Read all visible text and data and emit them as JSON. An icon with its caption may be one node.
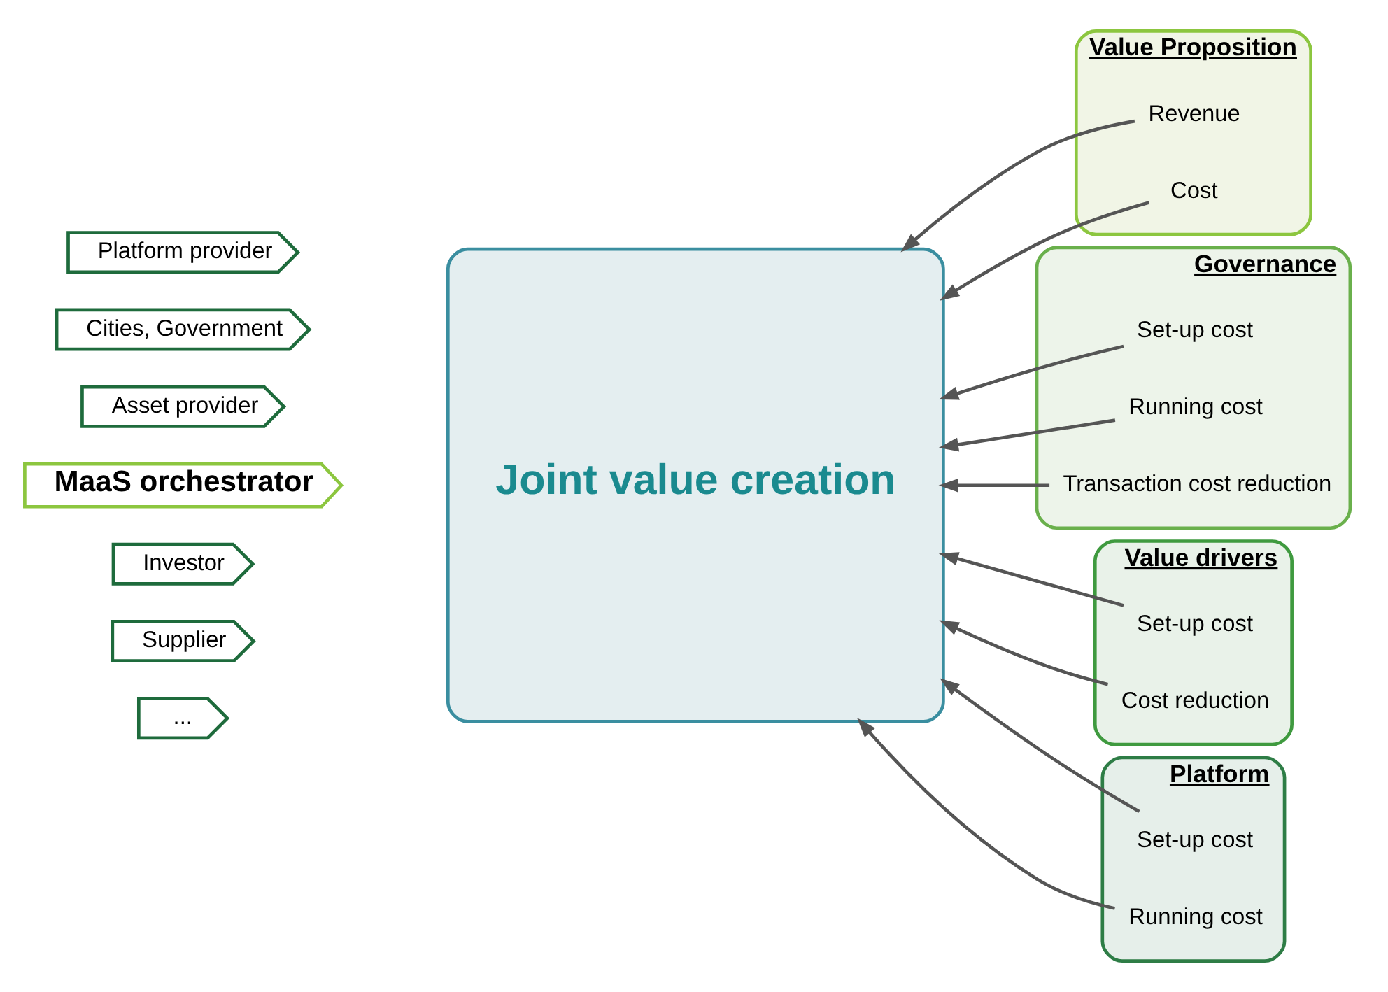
{
  "diagram": {
    "nodes": [
      {
        "text": [
          "Joint value creation"
        ]
      },
      {
        "text": [
          "Platform provider"
        ]
      },
      {
        "text": [
          "Cities, Government"
        ]
      },
      {
        "text": [
          "Asset provider"
        ]
      },
      {
        "text": [
          "MaaS orchestrator"
        ]
      },
      {
        "text": [
          "Investor"
        ]
      },
      {
        "text": [
          "Supplier"
        ]
      },
      {
        "text": [
          "..."
        ]
      },
      {
        "text": [
          "Value Proposition"
        ]
      },
      {
        "text": [
          "Revenue"
        ],
        "in": 8
      },
      {
        "text": [
          "Cost"
        ],
        "in": 8
      },
      {
        "text": [
          "Governance"
        ]
      },
      {
        "text": [
          "Set-up cost"
        ],
        "in": 11
      },
      {
        "text": [
          "Running cost"
        ],
        "in": 11
      },
      {
        "text": [
          "Transaction cost reduction"
        ],
        "in": 11
      },
      {
        "text": [
          "Value drivers"
        ]
      },
      {
        "text": [
          "Set-up cost"
        ],
        "in": 15
      },
      {
        "text": [
          "Cost reduction"
        ],
        "in": 15
      },
      {
        "text": [
          "Platform"
        ]
      },
      {
        "text": [
          "Set-up cost"
        ],
        "in": 18
      },
      {
        "text": [
          "Running cost"
        ],
        "in": 18
      }
    ],
    "edges": [
      {
        "from": 9,
        "to": 0,
        "arrow": "to"
      },
      {
        "from": 10,
        "to": 0,
        "arrow": "to"
      },
      {
        "from": 12,
        "to": 0,
        "arrow": "to"
      },
      {
        "from": 13,
        "to": 0,
        "arrow": "to"
      },
      {
        "from": 14,
        "to": 0,
        "arrow": "to"
      },
      {
        "from": 16,
        "to": 0,
        "arrow": "to"
      },
      {
        "from": 17,
        "to": 0,
        "arrow": "to"
      },
      {
        "from": 19,
        "to": 0,
        "arrow": "to"
      },
      {
        "from": 20,
        "to": 0,
        "arrow": "to"
      }
    ]
  }
}
